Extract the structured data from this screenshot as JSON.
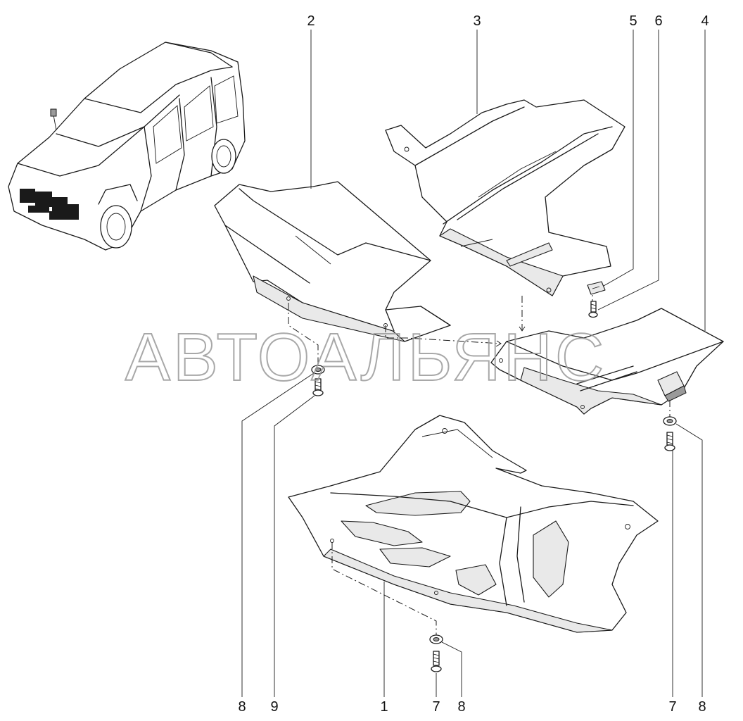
{
  "callouts": {
    "c1": "1",
    "c2": "2",
    "c3": "3",
    "c4": "4",
    "c5": "5",
    "c6": "6",
    "c7a": "7",
    "c7b": "7",
    "c8a": "8",
    "c8b": "8",
    "c8c": "8",
    "c9": "9"
  },
  "watermark": "АВТОАЛЬЯНС",
  "colors": {
    "line": "#1a1a1a",
    "watermark": "#9a9a9a",
    "background": "#ffffff"
  }
}
